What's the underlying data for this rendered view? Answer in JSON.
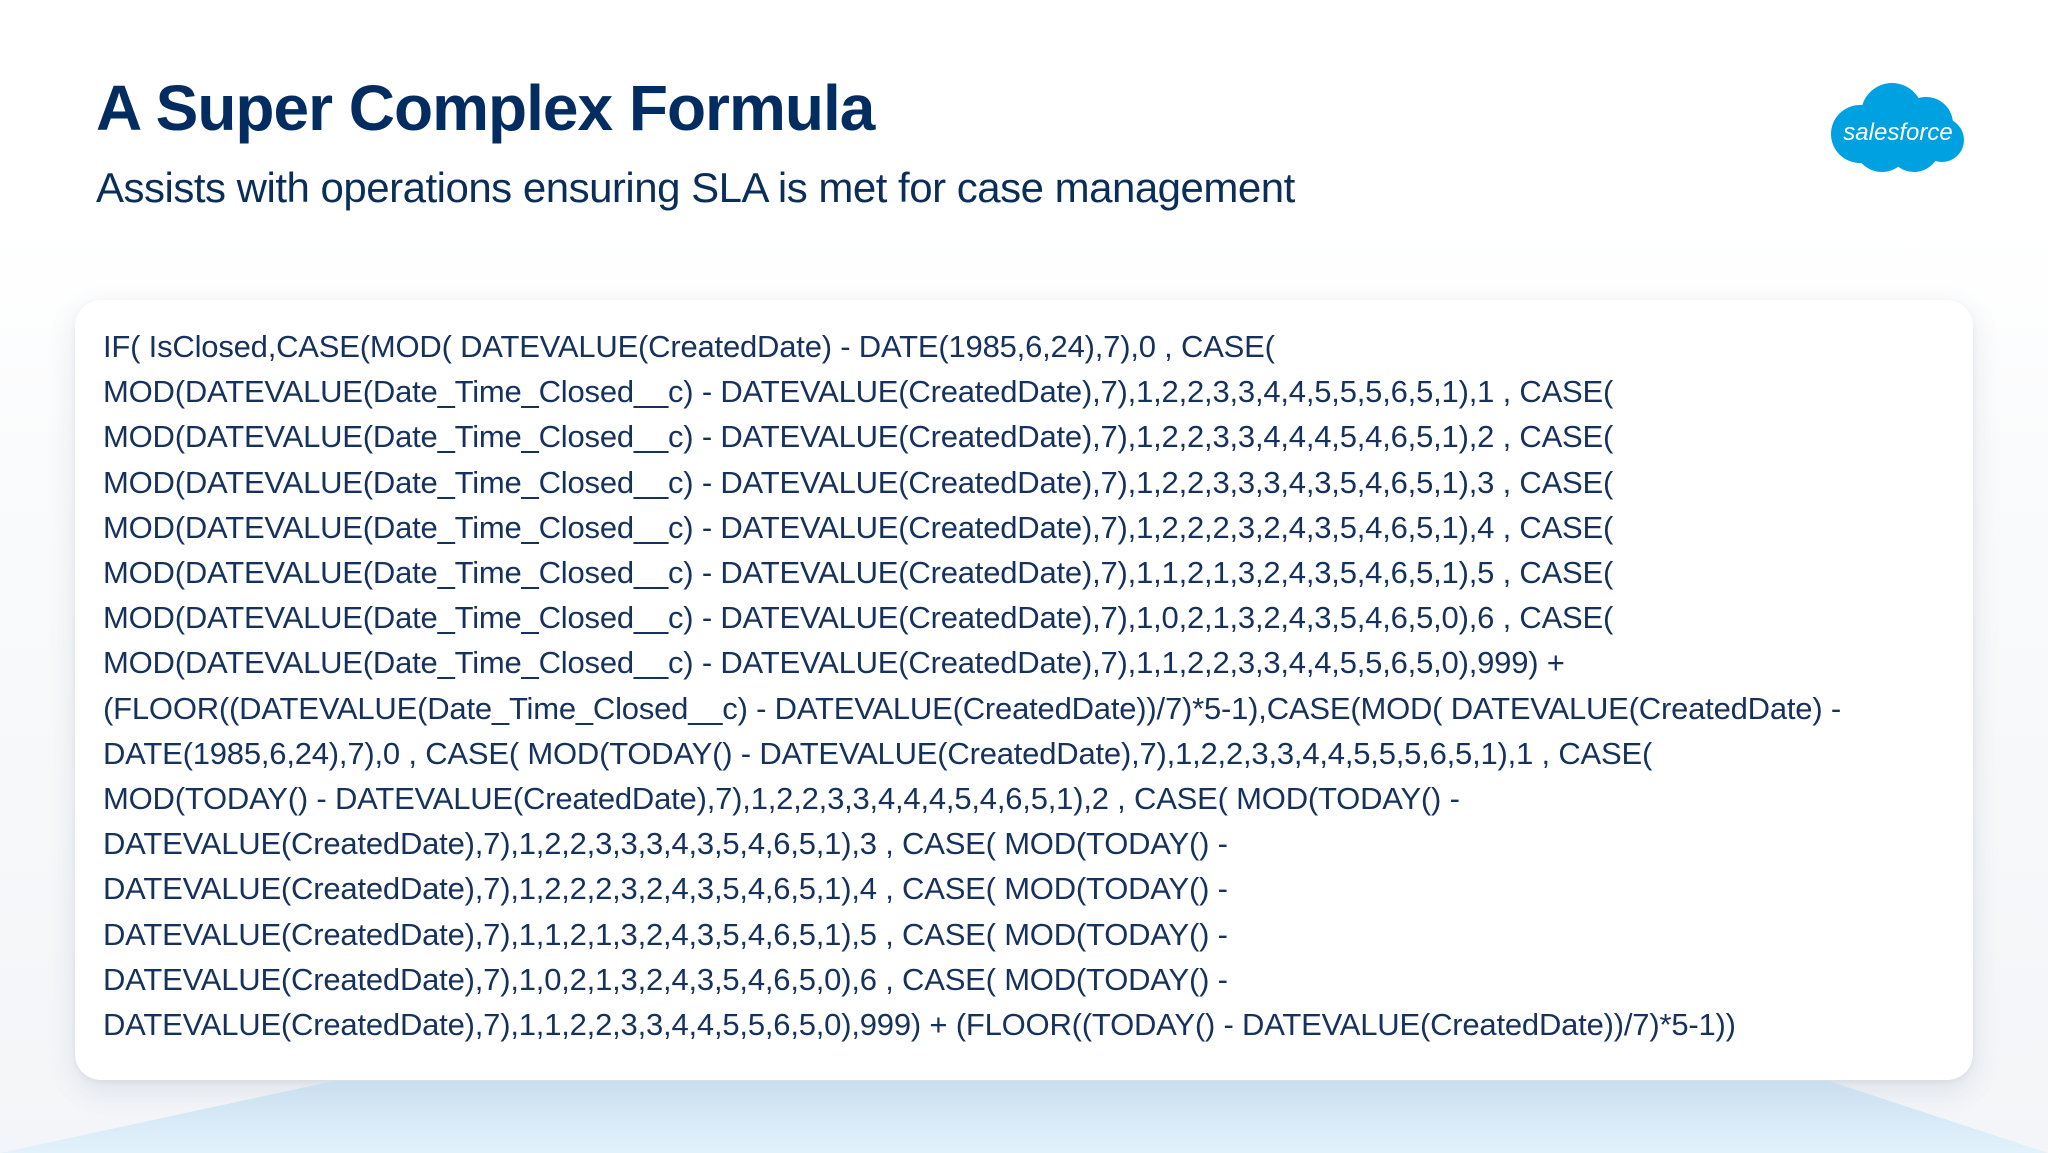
{
  "slide": {
    "title": "A Super Complex Formula",
    "subtitle": "Assists with operations ensuring SLA is met for case management"
  },
  "logo": {
    "label": "salesforce",
    "cloud_color": "#00A1E0",
    "text_color": "#FFFFFF"
  },
  "colors": {
    "heading": "#032D60",
    "formula_text": "#16325C",
    "card_background": "#FFFFFF",
    "footer_wave_top": "#C9DEEE",
    "footer_wave_bottom": "#E2F2FC"
  },
  "formula": {
    "lines": [
      "IF( IsClosed,CASE(MOD( DATEVALUE(CreatedDate) - DATE(1985,6,24),7),0 , CASE(",
      "MOD(DATEVALUE(Date_Time_Closed__c) - DATEVALUE(CreatedDate),7),1,2,2,3,3,4,4,5,5,5,6,5,1),1 , CASE(",
      "MOD(DATEVALUE(Date_Time_Closed__c) - DATEVALUE(CreatedDate),7),1,2,2,3,3,4,4,4,5,4,6,5,1),2 , CASE(",
      "MOD(DATEVALUE(Date_Time_Closed__c) - DATEVALUE(CreatedDate),7),1,2,2,3,3,3,4,3,5,4,6,5,1),3 , CASE(",
      "MOD(DATEVALUE(Date_Time_Closed__c) - DATEVALUE(CreatedDate),7),1,2,2,2,3,2,4,3,5,4,6,5,1),4 , CASE(",
      "MOD(DATEVALUE(Date_Time_Closed__c) - DATEVALUE(CreatedDate),7),1,1,2,1,3,2,4,3,5,4,6,5,1),5 , CASE(",
      "MOD(DATEVALUE(Date_Time_Closed__c) - DATEVALUE(CreatedDate),7),1,0,2,1,3,2,4,3,5,4,6,5,0),6 , CASE(",
      "MOD(DATEVALUE(Date_Time_Closed__c) - DATEVALUE(CreatedDate),7),1,1,2,2,3,3,4,4,5,5,6,5,0),999) +",
      "(FLOOR((DATEVALUE(Date_Time_Closed__c) - DATEVALUE(CreatedDate))/7)*5-1),CASE(MOD( DATEVALUE(CreatedDate) -",
      "DATE(1985,6,24),7),0 , CASE( MOD(TODAY() - DATEVALUE(CreatedDate),7),1,2,2,3,3,4,4,5,5,5,6,5,1),1 , CASE(",
      "MOD(TODAY() - DATEVALUE(CreatedDate),7),1,2,2,3,3,4,4,4,5,4,6,5,1),2 , CASE( MOD(TODAY() -",
      "DATEVALUE(CreatedDate),7),1,2,2,3,3,3,4,3,5,4,6,5,1),3 , CASE( MOD(TODAY() -",
      "DATEVALUE(CreatedDate),7),1,2,2,2,3,2,4,3,5,4,6,5,1),4 , CASE( MOD(TODAY() -",
      "DATEVALUE(CreatedDate),7),1,1,2,1,3,2,4,3,5,4,6,5,1),5 , CASE( MOD(TODAY() -",
      "DATEVALUE(CreatedDate),7),1,0,2,1,3,2,4,3,5,4,6,5,0),6 , CASE( MOD(TODAY() -",
      "DATEVALUE(CreatedDate),7),1,1,2,2,3,3,4,4,5,5,6,5,0),999) + (FLOOR((TODAY() - DATEVALUE(CreatedDate))/7)*5-1))"
    ]
  }
}
